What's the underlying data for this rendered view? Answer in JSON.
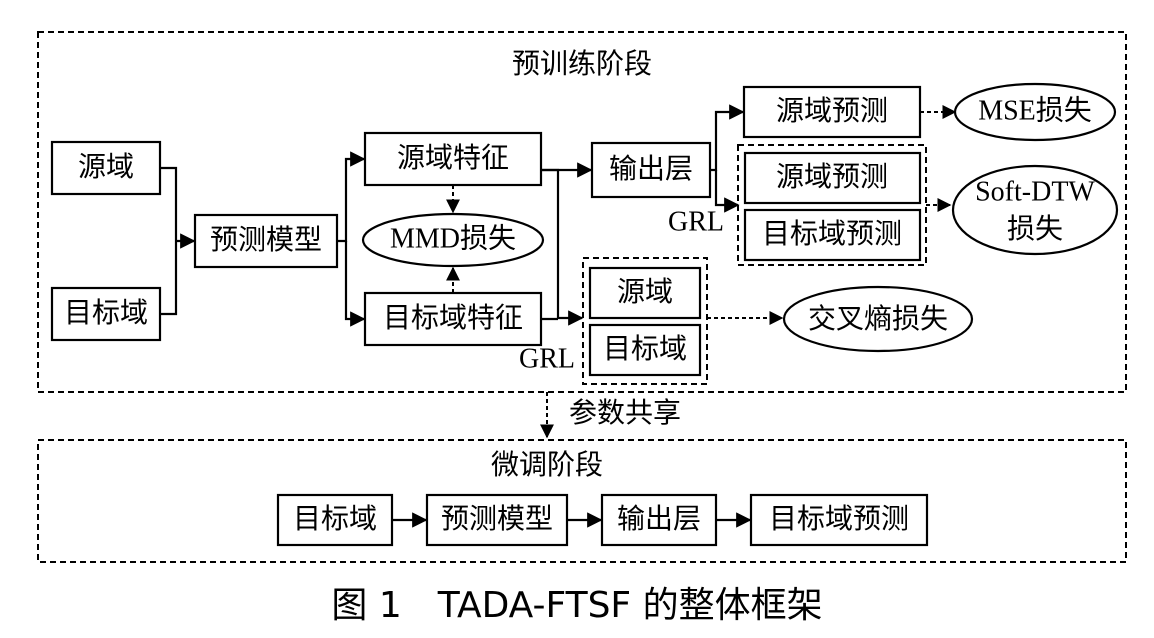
{
  "pretrain": {
    "title": "预训练阶段",
    "source_domain": "源域",
    "target_domain": "目标域",
    "prediction_model": "预测模型",
    "source_feature": "源域特征",
    "target_feature": "目标域特征",
    "mmd_loss": "MMD损失",
    "output_layer": "输出层",
    "source_prediction_top": "源域预测",
    "mse_loss": "MSE损失",
    "source_prediction": "源域预测",
    "target_prediction": "目标域预测",
    "soft_dtw_line1": "Soft-DTW",
    "soft_dtw_line2": "损失",
    "grl_upper": "GRL",
    "grl_lower": "GRL",
    "cls_source": "源域",
    "cls_target": "目标域",
    "cross_entropy_loss": "交叉熵损失"
  },
  "param_share": "参数共享",
  "finetune": {
    "title": "微调阶段",
    "target_domain": "目标域",
    "prediction_model": "预测模型",
    "output_layer": "输出层",
    "target_prediction": "目标域预测"
  },
  "caption": "图 1　TADA-FTSF 的整体框架"
}
